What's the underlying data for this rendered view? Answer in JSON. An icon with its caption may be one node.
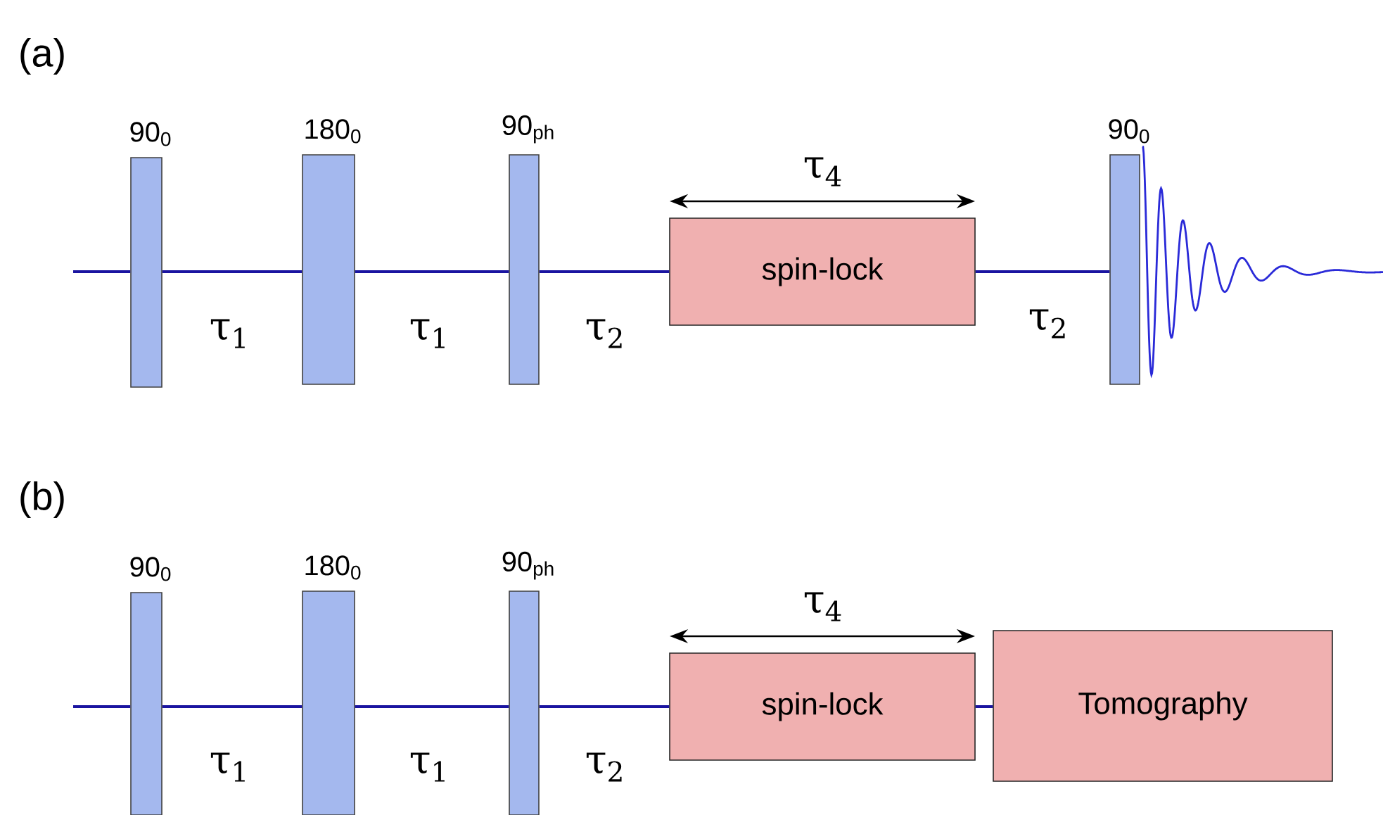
{
  "diagram": {
    "nodes": [
      {
        "text": [
          "90$_{0}$"
        ]
      },
      {
        "text": [
          "180$_{0}$"
        ]
      },
      {
        "text": [
          "90$_{ph}$"
        ]
      },
      {
        "text": [
          "spin-lock"
        ]
      },
      {
        "text": [
          "90$_{0}$"
        ]
      },
      {
        "text": [
          "90$_{0}$"
        ]
      },
      {
        "text": [
          "180$_{0}$"
        ]
      },
      {
        "text": [
          "90$_{ph}$"
        ]
      },
      {
        "text": [
          "spin-lock"
        ]
      },
      {
        "text": [
          "Tomography"
        ]
      }
    ],
    "edges": [
      {
        "from": null,
        "to": 0,
        "arrow": "none"
      },
      {
        "from": 0,
        "to": 1,
        "arrow": "none"
      },
      {
        "from": 1,
        "to": 2,
        "arrow": "none"
      },
      {
        "from": 2,
        "to": 3,
        "arrow": "none"
      },
      {
        "from": 3,
        "to": 4,
        "arrow": "none"
      },
      {
        "from": null,
        "to": 5,
        "arrow": "none"
      },
      {
        "from": 5,
        "to": 6,
        "arrow": "none"
      },
      {
        "from": 6,
        "to": 7,
        "arrow": "none"
      },
      {
        "from": 7,
        "to": 8,
        "arrow": "none"
      },
      {
        "from": 8,
        "to": 9,
        "arrow": "none"
      }
    ],
    "labels": [
      "(a)",
      "τ$_{4}$",
      "τ$_{1}$",
      "τ$_{1}$",
      "τ$_{2}$",
      "τ$_{2}$",
      "(b)",
      "τ$_{4}$",
      "τ$_{1}$",
      "τ$_{1}$",
      "τ$_{2}$"
    ]
  }
}
